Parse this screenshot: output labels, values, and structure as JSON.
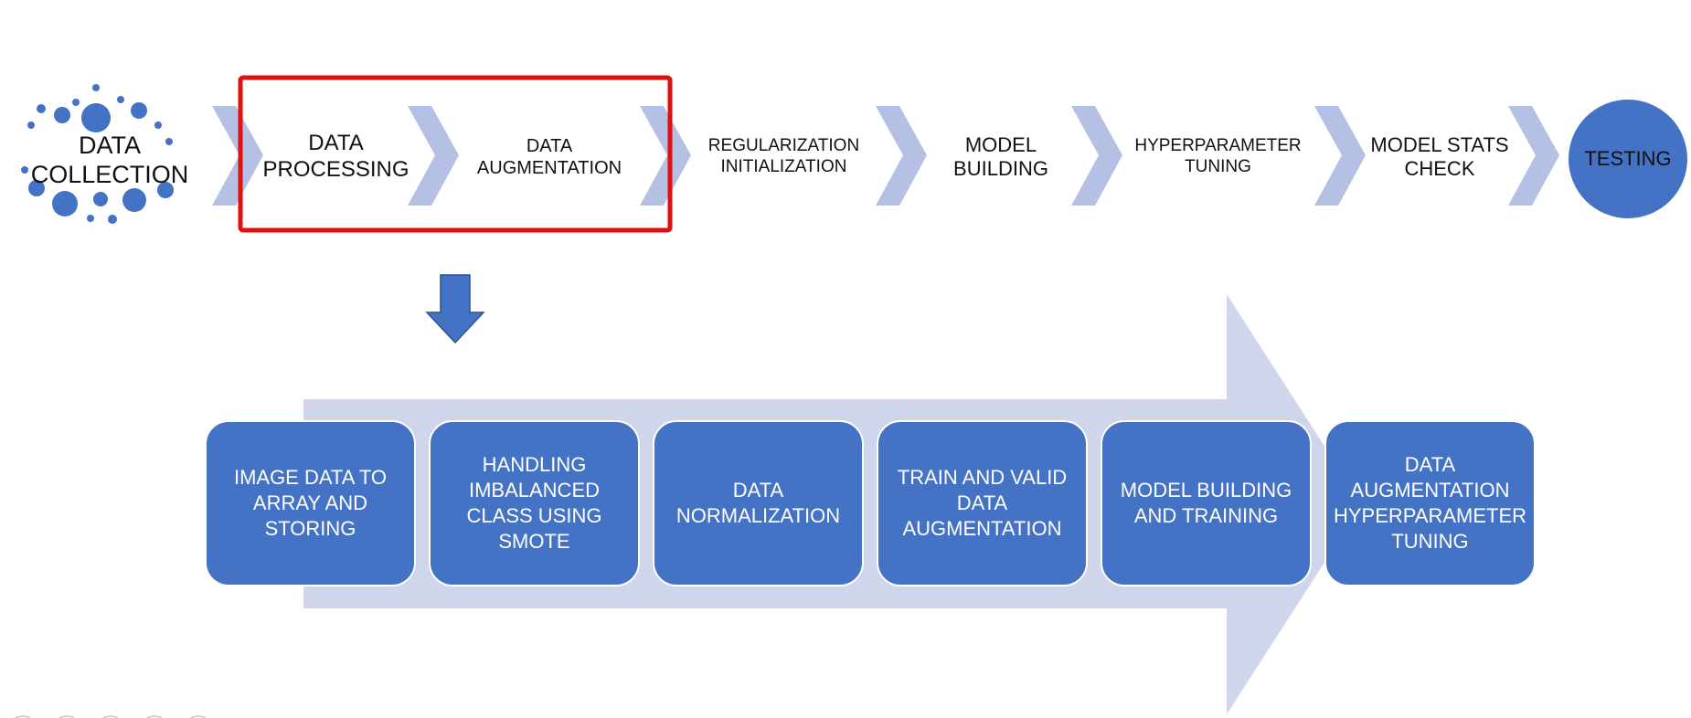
{
  "top_steps": [
    {
      "label": "DATA COLLECTION"
    },
    {
      "label": "DATA\nPROCESSING"
    },
    {
      "label": "DATA\nAUGMENTATION"
    },
    {
      "label": "REGULARIZATION\nINITIALIZATION"
    },
    {
      "label": "MODEL\nBUILDING"
    },
    {
      "label": "HYPERPARAMETER\nTUNING"
    },
    {
      "label": "MODEL STATS\nCHECK"
    },
    {
      "label": "TESTING"
    }
  ],
  "sub_steps": [
    {
      "label": "IMAGE DATA TO\nARRAY AND\nSTORING"
    },
    {
      "label": "HANDLING\nIMBALANCED\nCLASS USING\nSMOTE"
    },
    {
      "label": "DATA\nNORMALIZATION"
    },
    {
      "label": "TRAIN AND VALID\nDATA\nAUGMENTATION"
    },
    {
      "label": "MODEL BUILDING\nAND TRAINING"
    },
    {
      "label": "DATA\nAUGMENTATION\nHYPERPARAMETER\nTUNING"
    }
  ],
  "colors": {
    "primary_blue": "#4472c4",
    "chevron": "#b4c0e4",
    "big_arrow": "#cfd6ec",
    "highlight_border": "#e01010"
  }
}
